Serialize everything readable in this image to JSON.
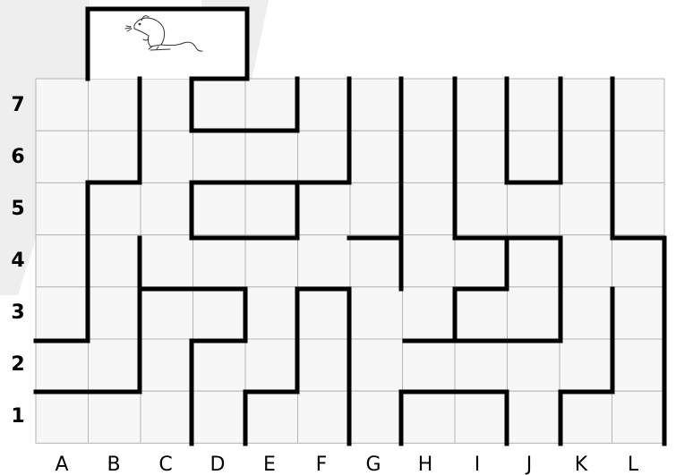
{
  "columns": [
    "A",
    "B",
    "C",
    "D",
    "E",
    "F",
    "G",
    "H",
    "I",
    "J",
    "K",
    "L"
  ],
  "rows": [
    "1",
    "2",
    "3",
    "4",
    "5",
    "6",
    "7"
  ],
  "colors": {
    "background": "#ffffff",
    "watermark": "#eeeeee",
    "cell_fill": "#f7f7f7",
    "grid_line": "#b5b5b5",
    "wall": "#000000"
  },
  "icons": {
    "start": "mouse-icon"
  }
}
